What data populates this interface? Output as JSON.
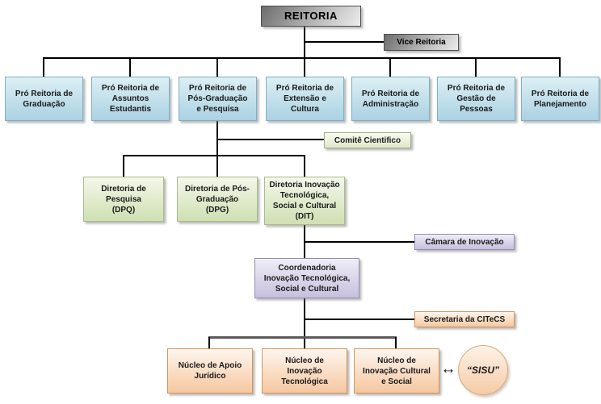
{
  "colors": {
    "line": "#000000",
    "bus_gray": "#5a5a5a",
    "text": "#1a1a1a",
    "gray_top": "#6d6d6d",
    "gray_bottom": "#ededed",
    "gray_border": "#4d4d4d",
    "blue_top": "#dceff5",
    "blue_bottom": "#abd2e2",
    "blue_border": "#7fb0c4",
    "green_top": "#f3f7ea",
    "green_bottom": "#cfe0b2",
    "green_border": "#a9bc8d",
    "comite_top": "#f8faf0",
    "comite_bottom": "#dfe9c8",
    "comite_border": "#9fae8e",
    "purple_top": "#efedf6",
    "purple_bottom": "#c7c0dd",
    "purple_border": "#968db4",
    "orange_top": "#fdf6ee",
    "orange_bottom": "#f6c79f",
    "orange_border": "#d4945e",
    "circle_top": "#fdf2e7",
    "circle_bottom": "#f5cba6",
    "circle_border": "#d9a97c"
  },
  "nodes": {
    "reitoria": "REITORIA",
    "vice_reitoria": "Vice Reitoria",
    "pro_reitorias": [
      {
        "label": "Pró Reitoria de\nGraduação"
      },
      {
        "label": "Pró Reitoria de\nAssuntos\nEstudantis"
      },
      {
        "label": "Pró Reitoria de\nPós-Graduação\ne Pesquisa"
      },
      {
        "label": "Pró Reitoria de\nExtensão e\nCultura"
      },
      {
        "label": "Pró Reitoria de\nAdministração"
      },
      {
        "label": "Pró Reitoria de\nGestão de\nPessoas"
      },
      {
        "label": "Pró Reitoria de\nPlanejamento"
      }
    ],
    "comite": "Comitê Cientifico",
    "diretorias": [
      {
        "label": "Diretoria de\nPesquisa\n(DPQ)"
      },
      {
        "label": "Diretoria de Pós-\nGraduação\n(DPG)"
      },
      {
        "label": "Diretoria Inovação\nTecnológica,\nSocial e Cultural\n(DIT)"
      }
    ],
    "camara": "Câmara de Inovação",
    "coordenadoria": "Coordenadoria\nInovação Tecnológica,\nSocial e Cultural",
    "secretaria": "Secretaria da CITeCS",
    "nucleos": [
      {
        "label": "Núcleo de Apoio\nJurídico"
      },
      {
        "label": "Núcleo de\nInovação\nTecnológica"
      },
      {
        "label": "Núcleo de\nInovação Cultural\ne Social"
      }
    ],
    "sisu": "“SISU”",
    "link_arrow": "↔"
  }
}
